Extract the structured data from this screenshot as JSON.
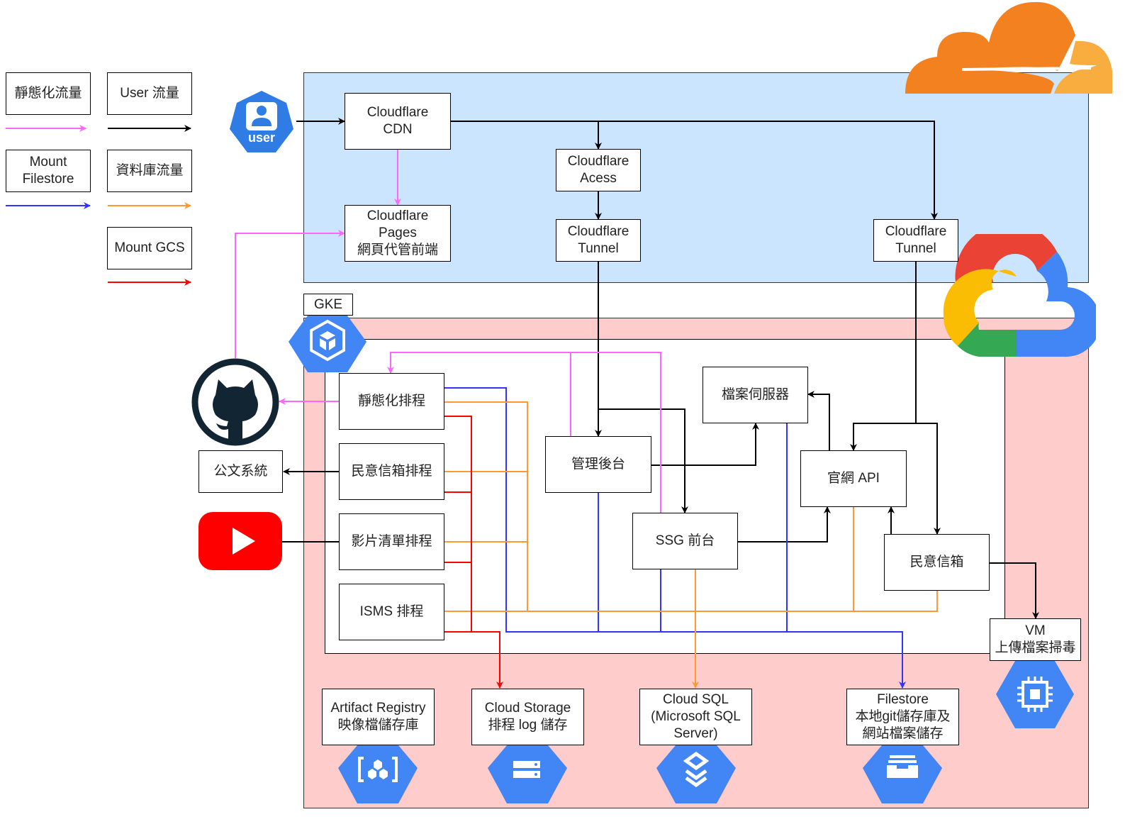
{
  "legend": [
    {
      "label": "靜態化流量",
      "color": "#ff66ff"
    },
    {
      "label": "User 流量",
      "color": "#000000"
    },
    {
      "label": "Mount\nFilestore",
      "color": "#3333ff"
    },
    {
      "label": "資料庫流量",
      "color": "#ff9933"
    },
    {
      "label": "Mount GCS",
      "color": "#ff0000"
    }
  ],
  "colors": {
    "cloudflare_region": "#cce5ff",
    "gcp_region": "#ffcccc",
    "gcp_blue": "#4285f4",
    "static_flow": "#ff66ff",
    "user_flow": "#000000",
    "filestore_flow": "#3333ff",
    "db_flow": "#ff9933",
    "gcs_flow": "#ff0000"
  },
  "user_icon": {
    "label": "user"
  },
  "gke": {
    "label": "GKE"
  },
  "cloudflare": {
    "cdn": "Cloudflare\nCDN",
    "pages": "Cloudflare\nPages\n網頁代管前端",
    "access": "Cloudflare\nAcess",
    "tunnel_left": "Cloudflare\nTunnel",
    "tunnel_right": "Cloudflare\nTunnel"
  },
  "external": {
    "document_system": "公文系統"
  },
  "schedules": {
    "static": "靜態化排程",
    "mailbox": "民意信箱排程",
    "video": "影片清單排程",
    "isms": "ISMS 排程"
  },
  "services": {
    "admin": "管理後台",
    "file_server": "檔案伺服器",
    "ssg": "SSG 前台",
    "api": "官網 API",
    "mailbox": "民意信箱",
    "vm": "VM\n上傳檔案掃毒"
  },
  "storage": {
    "artifact": "Artifact Registry\n映像檔儲存庫",
    "gcs": "Cloud Storage\n排程 log 儲存",
    "sql": "Cloud SQL\n(Microsoft SQL\nServer)",
    "filestore": "Filestore\n本地git儲存庫及\n網站檔案儲存"
  }
}
